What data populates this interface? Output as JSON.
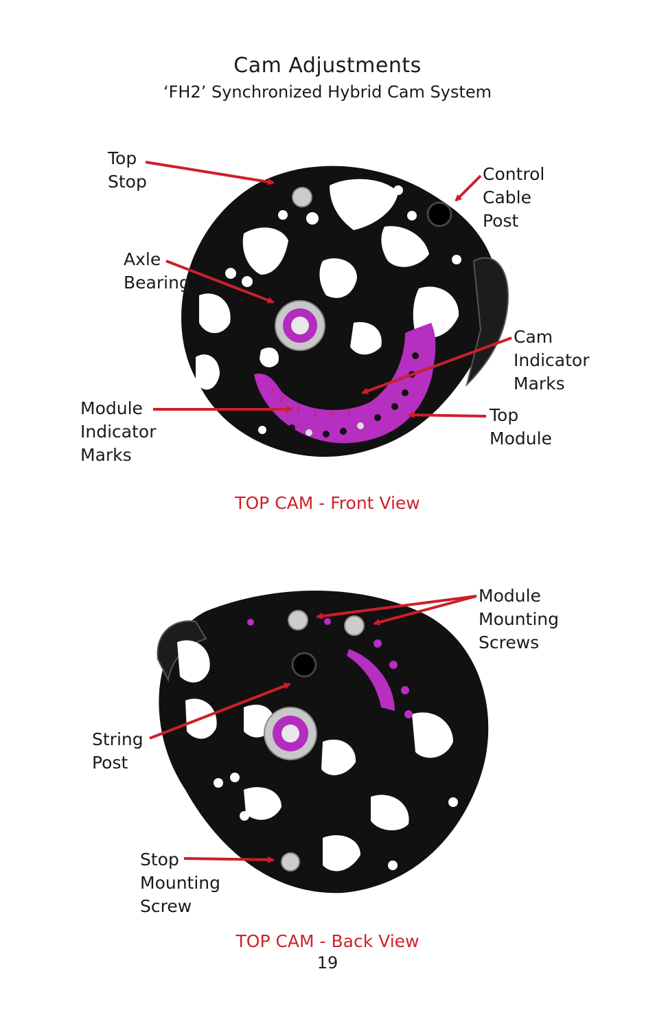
{
  "page": {
    "title": "Cam Adjustments",
    "subtitle": "‘FH2’ Synchronized Hybrid Cam System",
    "page_number": "19"
  },
  "front_view": {
    "caption": "TOP CAM - Front View",
    "labels": {
      "top_stop": "Top\nStop",
      "control_cable_post": "Control\nCable\nPost",
      "axle_bearing": "Axle\nBearing",
      "cam_indicator_marks": "Cam\nIndicator\nMarks",
      "module_indicator_marks": "Module\nIndicator\nMarks",
      "top_module": "Top\nModule"
    }
  },
  "back_view": {
    "caption": "TOP CAM - Back View",
    "labels": {
      "module_mounting_screws": "Module\nMounting\nScrews",
      "string_post": "String\nPost",
      "stop_mounting_screw": "Stop\nMounting\nScrew"
    }
  },
  "colors": {
    "arrow": "#cc1f2b",
    "cam_body": "#111111",
    "module": "#b62fc0",
    "caption": "#d0202a"
  }
}
